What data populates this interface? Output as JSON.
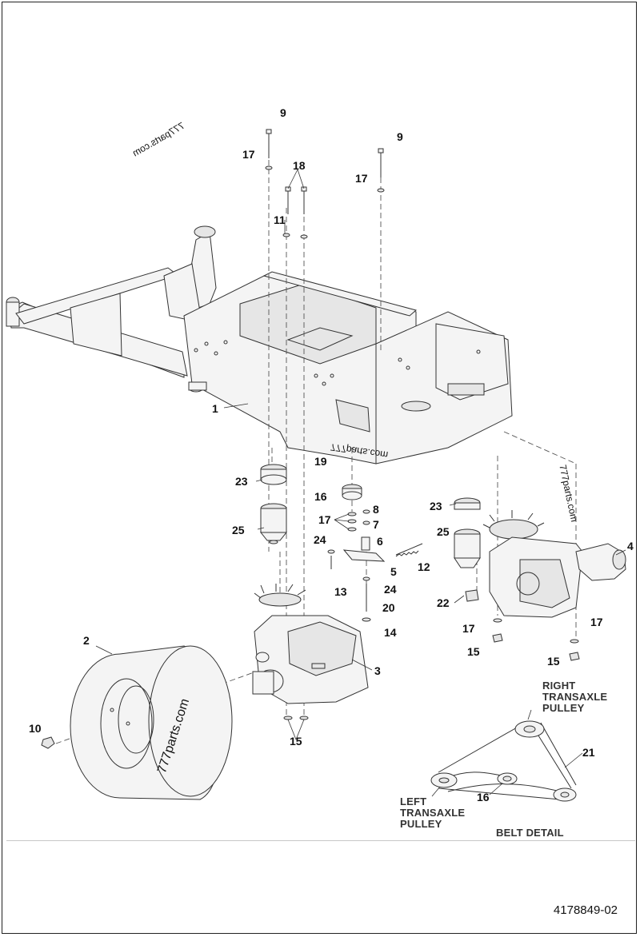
{
  "callouts": {
    "c1": "1",
    "c2": "2",
    "c3": "3",
    "c4": "4",
    "c5": "5",
    "c6": "6",
    "c7": "7",
    "c8": "8",
    "c9a": "9",
    "c9b": "9",
    "c10": "10",
    "c11": "11",
    "c12": "12",
    "c13": "13",
    "c14": "14",
    "c15a": "15",
    "c15b": "15",
    "c15c": "15",
    "c16a": "16",
    "c16b": "16",
    "c17a": "17",
    "c17b": "17",
    "c17c": "17",
    "c17d": "17",
    "c17e": "17",
    "c18": "18",
    "c19": "19",
    "c20": "20",
    "c21": "21",
    "c22": "22",
    "c23a": "23",
    "c23b": "23",
    "c24a": "24",
    "c24b": "24",
    "c25a": "25",
    "c25b": "25"
  },
  "captions": {
    "right_pulley": "RIGHT\nTRANSAXLE\nPULLEY",
    "left_pulley": "LEFT\nTRANSAXLE\nPULLEY",
    "belt_detail": "BELT DETAIL"
  },
  "watermarks": {
    "w1": "777parts.com",
    "w2": "777parts.com",
    "w3": "777parts.com",
    "w4": "777parts.com"
  },
  "document_number": "4178849-02"
}
